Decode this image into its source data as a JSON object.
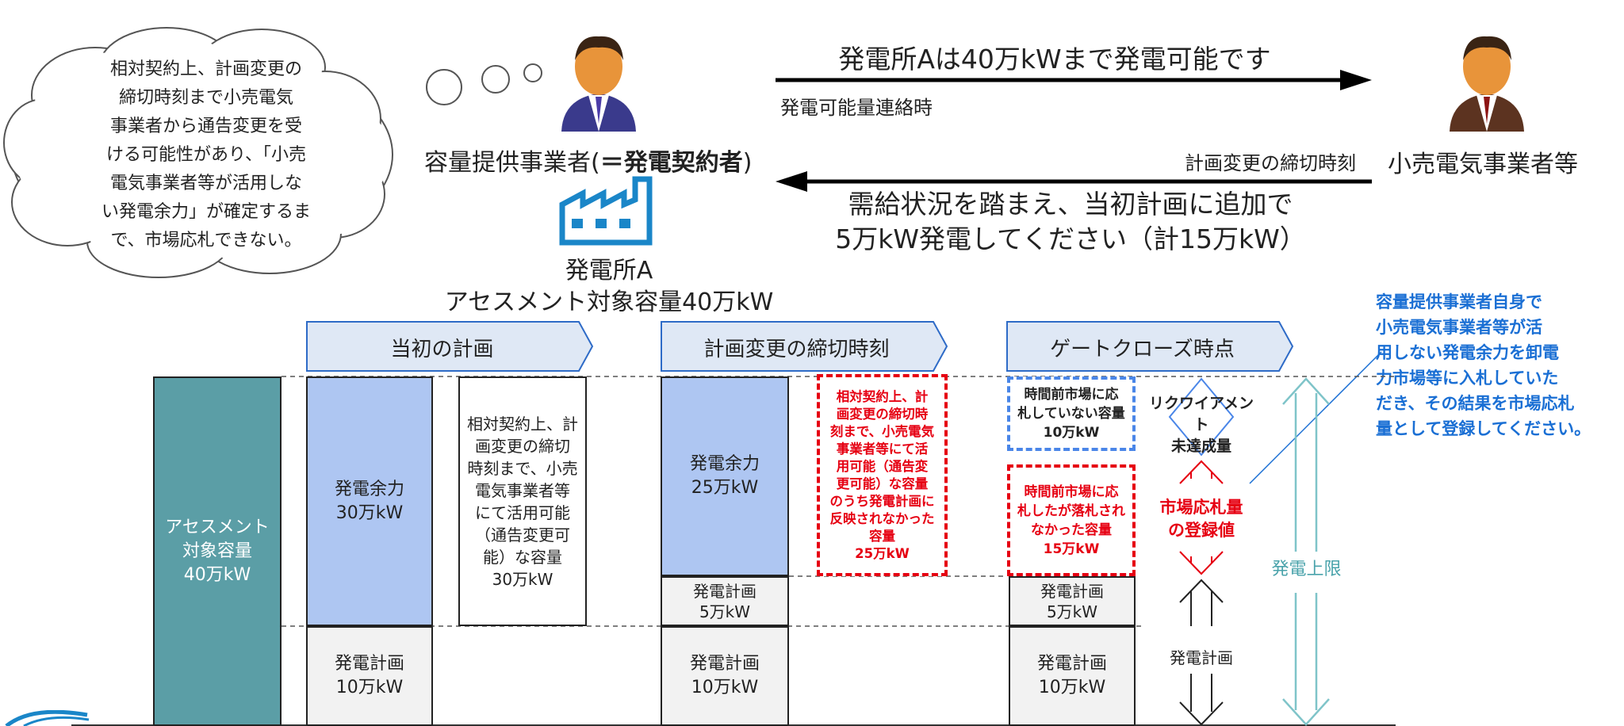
{
  "cloud": {
    "text": "相対契約上、計画変更の\n締切時刻まで小売電気\n事業者から通告変更を受\nける可能性があり、「小売\n電気事業者等が活用しな\nい発電余力」が確定するま\nで、市場応札できない。"
  },
  "provider": {
    "label_prefix": "容量提供事業者(",
    "label_bold": "＝発電契約者",
    "label_suffix": ")"
  },
  "retailer": {
    "label": "小売電気事業者等"
  },
  "plant": {
    "name": "発電所A",
    "capacity": "アセスメント対象容量40万kW"
  },
  "messages": {
    "top_arrow": "発電所Aは40万kWまで発電可能です",
    "top_caption": "発電可能量連絡時",
    "bottom_caption": "計画変更の締切時刻",
    "bottom_arrow": "需給状況を踏まえ、当初計画に追加で\n5万kW発電してください（計15万kW）"
  },
  "note_right": "容量提供事業者自身で\n小売電気事業者等が活\n用しない発電余力を卸電\n力市場等に入札していた\nだき、その結果を市場応札\n量として登録してください。",
  "phases": [
    "当初の計画",
    "計画変更の締切時刻",
    "ゲートクローズ時点"
  ],
  "assessment_bar": "アセスメント\n対象容量\n40万kW",
  "col1": {
    "surplus": "発電余力\n30万kW",
    "plan": "発電計画\n10万kW",
    "note": "相対契約上、計\n画変更の締切\n時刻まで、小売\n電気事業者等\nにて活用可能\n（通告変更可\n能）な容量\n30万kW"
  },
  "col2": {
    "surplus": "発電余力\n25万kW",
    "plan_add": "発電計画\n5万kW",
    "plan": "発電計画\n10万kW",
    "note": "相対契約上、計\n画変更の締切時\n刻まで、小売電気\n事業者等にて活\n用可能（通告変\n更可能）な容量\nのうち発電計画に\n反映されなかった\n容量\n25万kW"
  },
  "col3": {
    "unbid": "時間前市場に応\n札していない容量\n10万kW",
    "unawarded": "時間前市場に応\n札したが落札され\nなかった容量\n15万kW",
    "plan_add": "発電計画\n5万kW",
    "plan": "発電計画\n10万kW"
  },
  "legend": {
    "shortfall": "リクワイアメント\n未達成量",
    "market_bid": "市場応札量\nの登録値",
    "plan": "発電計画",
    "upper_limit": "発電上限"
  },
  "colors": {
    "teal": "#5b9ea6",
    "surplus_blue": "#aec6f2",
    "plan_gray": "#f2f2f2",
    "phase_fill": "#dfe8f5",
    "phase_border": "#2e6bc7",
    "red": "#e60012",
    "note_blue": "#1a6fd4",
    "upper_teal": "#7fc4c9"
  }
}
